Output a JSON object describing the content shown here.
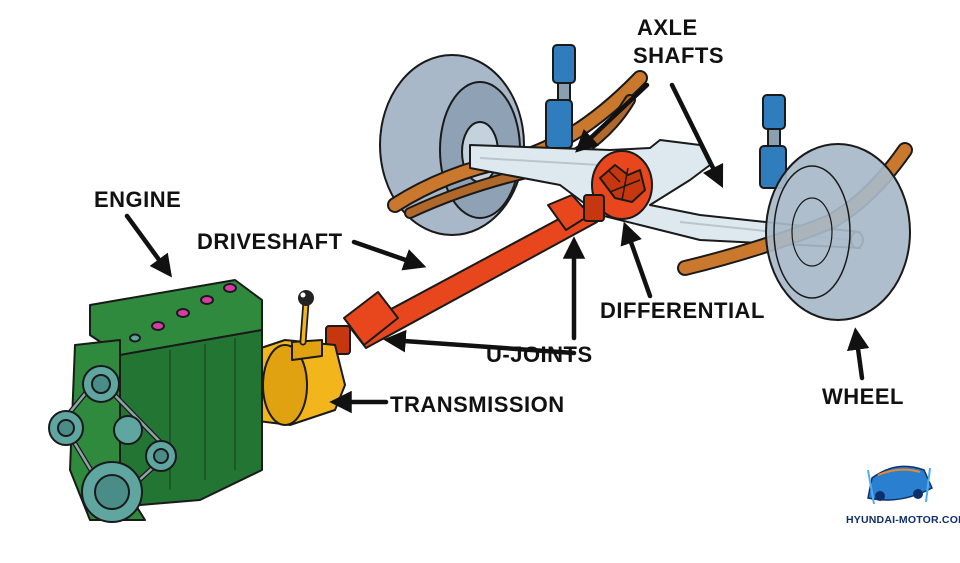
{
  "labels": {
    "axle_shafts_line1": "AXLE",
    "axle_shafts_line2": "SHAFTS",
    "engine": "ENGINE",
    "driveshaft": "DRIVESHAFT",
    "differential": "DIFFERENTIAL",
    "u_joints": "U-JOINTS",
    "transmission": "TRANSMISSION",
    "wheel": "WHEEL"
  },
  "watermark": {
    "text": "HYUNDAI-MOTOR.COM.VN"
  },
  "colors": {
    "engine": "#2f8a3e",
    "engine_dark": "#1f6a2c",
    "pulley": "#5fa6a0",
    "transmission": "#f3b51c",
    "driveshaft": "#e8471d",
    "axle": "#dde9ee",
    "tire": "#a8b8c8",
    "spring": "#c9782e",
    "shock": "#2f7dbd",
    "engine_ports": "#d83aa8"
  }
}
